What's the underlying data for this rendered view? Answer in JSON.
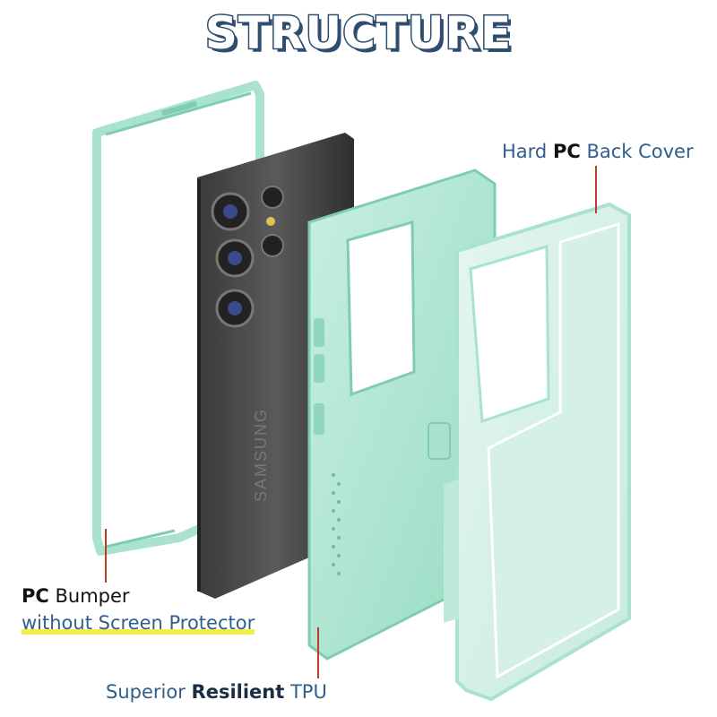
{
  "title": "STRUCTURE",
  "labels": {
    "back_cover": {
      "prefix": "Hard",
      "bold": "PC",
      "suffix": "Back Cover"
    },
    "bumper": {
      "bold": "PC",
      "suffix": "Bumper",
      "line2": "without Screen Protector"
    },
    "tpu": {
      "part1": "Superior",
      "bold": "Resilient",
      "part3": "TPU"
    }
  },
  "phone_brand": "SAMSUNG",
  "colors": {
    "mint": "#a9e3cf",
    "mint_dark": "#7fcdb1",
    "pointer": "#c0392b",
    "title_stroke": "#2f4d6e",
    "label_blue": "#2f5f8a",
    "highlight": "#f3ef4a"
  }
}
